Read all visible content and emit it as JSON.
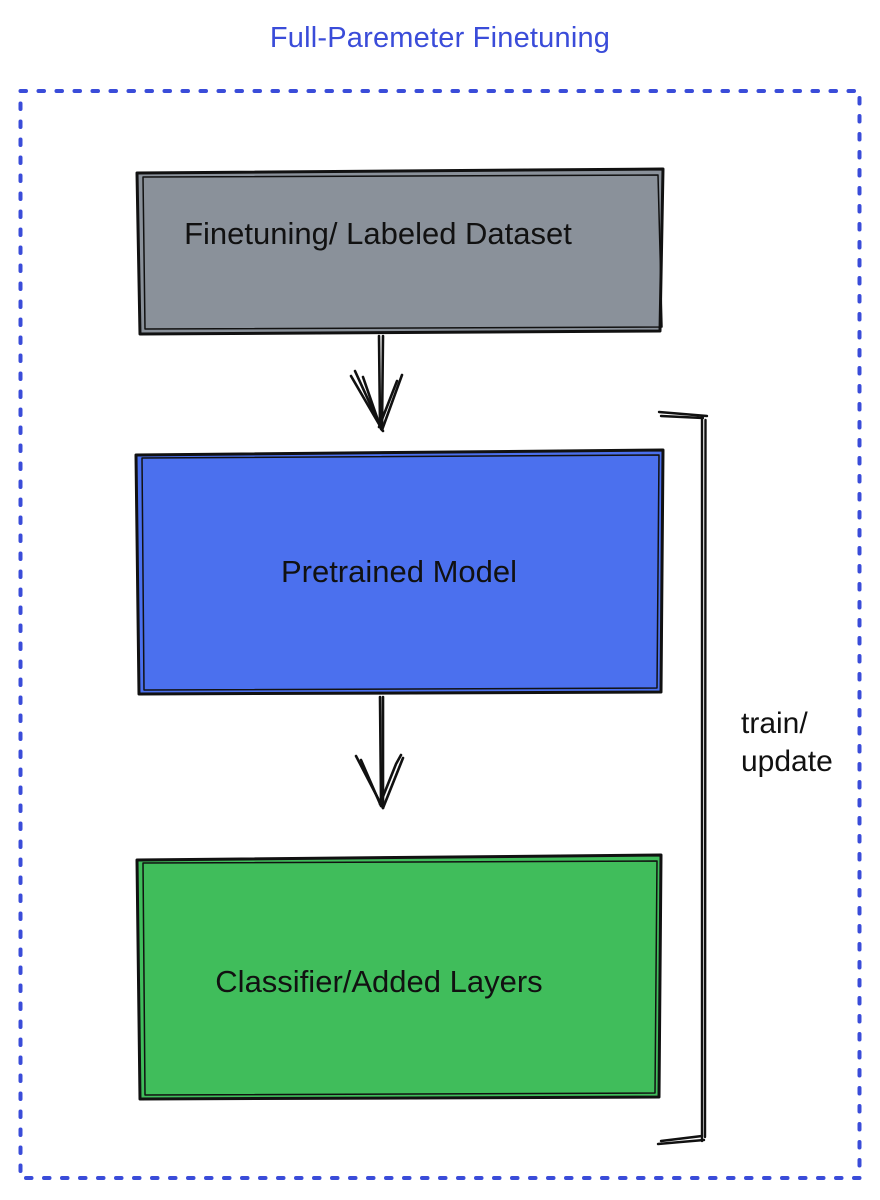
{
  "title": {
    "text": "Full-Paremeter Finetuning",
    "color": "#3a4cd9"
  },
  "container": {
    "border_color": "#3a4cd9",
    "border_style": "dotted"
  },
  "diagram": {
    "boxes": [
      {
        "id": "finetuning-dataset",
        "label": "Finetuning/ Labeled Dataset",
        "fill": "#8a919a"
      },
      {
        "id": "pretrained-model",
        "label": "Pretrained Model",
        "fill": "#4b70ee"
      },
      {
        "id": "classifier-added-layers",
        "label": "Classifier/Added Layers",
        "fill": "#40bd5b"
      }
    ],
    "arrows": [
      {
        "from": "finetuning-dataset",
        "to": "pretrained-model"
      },
      {
        "from": "pretrained-model",
        "to": "classifier-added-layers"
      }
    ],
    "bracket": {
      "side": "right",
      "label_line1": "train/",
      "label_line2": "update"
    }
  }
}
